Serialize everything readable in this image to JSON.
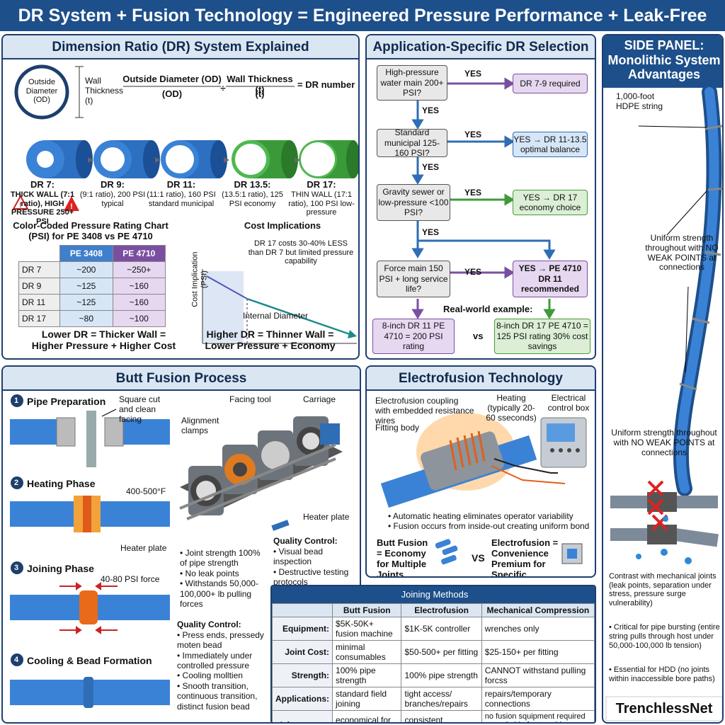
{
  "header": {
    "title": "DR System + Fusion Technology = Engineered Pressure Performance + Leak-Free Integrity"
  },
  "dr": {
    "title": "Dimension Ratio (DR) System Explained",
    "circle_label": "Outside Diameter (OD)",
    "wall_label": "Wall Thickness (t)",
    "formula_od": "Outside Diameter (OD)",
    "formula_od_sub": "(OD)",
    "formula_div": "÷",
    "formula_t": "Wall Thickness (t)",
    "formula_t_sub": "(t)",
    "formula_eq": "= DR number",
    "pipes": [
      {
        "name": "DR 7:",
        "desc": "THICK WALL (7:1 ratio), HIGH PRESSURE 250+ PSI"
      },
      {
        "name": "DR 9:",
        "desc": "(9:1 ratio), 200 PSI typical"
      },
      {
        "name": "DR 11:",
        "desc": "(11:1 ratio), 160 PSI standard municipal"
      },
      {
        "name": "DR 13.5:",
        "desc": "(13.5:1 ratio), 125 PSI economy"
      },
      {
        "name": "DR 17:",
        "desc": "THIN WALL (17:1 ratio), 100 PSI low-pressure"
      }
    ],
    "rating_title": "Color-Coded Pressure Rating Chart (PSI) for PE 3408 vs PE 4710",
    "rating_cols": [
      "PE 3408",
      "PE 4710"
    ],
    "rating_rows": [
      [
        "DR 7",
        "~200",
        "~250+"
      ],
      [
        "DR 9",
        "~125",
        "~160"
      ],
      [
        "DR 11",
        "~125",
        "~160"
      ],
      [
        "DR 17",
        "~80",
        "~100"
      ]
    ],
    "cost_title": "Cost Implications",
    "cost_ylabel": "Cost Implication (PSI)",
    "cost_xlabel": "Internal Diameter",
    "cost_note": "DR 17 costs 30-40% LESS than DR 7 but limited pressure capability",
    "lower": "Lower DR = Thicker Wall = Higher Pressure + Higher Cost",
    "higher": "Higher DR = Thinner Wall = Lower Pressure + Economy"
  },
  "app": {
    "title": "Application-Specific DR Selection",
    "q1": "High-pressure water main 200+ PSI?",
    "q2": "Standard municipal 125-160 PSI?",
    "q3": "Gravity sewer or low-pressure <100 PSI?",
    "q4": "Force main 150 PSI + long service life?",
    "a1": "DR 7-9 required",
    "a2": "YES → DR 11-13.5 optimal balance",
    "a3": "YES → DR 17 economy choice",
    "a4": "YES → PE 4710 DR 11 recommended",
    "yes": "YES",
    "example": "Real-world example:",
    "ex1": "8-inch DR 11 PE 4710 = 200 PSI rating",
    "vs": "vs",
    "ex2": "8-inch DR 17 PE 4710 = 125 PSI rating 30% cost savings"
  },
  "side": {
    "title": "SIDE PANEL: Monolithic System Advantages",
    "string": "1,000-foot HDPE string",
    "uniform": "Uniform strength throughout with NO WEAK POINTS at connections",
    "uniform2": "Uniform strength throughout with NO WEAK POINTS at connections",
    "contrast": "Contrast with mechanical joints (leak points, separation under stress, pressure surge vulnerability)",
    "b1": "Critical for pipe bursting (entire string pulls through host under 50,000-100,000 lb tension)",
    "b2": "Essential for HDD (no joints within inaccessible bore paths)",
    "logo": "TrenchlessNet"
  },
  "butt": {
    "title": "Butt Fusion Process",
    "s1": "Pipe Preparation",
    "s1n": "1",
    "s1_note": "Square cut and clean facing",
    "s2": "Heating Phase",
    "s2n": "2",
    "s2_temp": "400-500°F",
    "s2_heater": "Heater plate",
    "s3": "Joining Phase",
    "s3n": "3",
    "s3_force": "40-80 PSI force",
    "s4": "Cooling & Bead Formation",
    "s4n": "4",
    "m_facing": "Facing tool",
    "m_carriage": "Carriage",
    "m_clamps": "Alignment clamps",
    "m_heater": "Heater plate",
    "strength": [
      "Joint strength 100% of pipe strength",
      "No leak points",
      "Withstands 50,000-100,000+ lb pulling forces"
    ],
    "qc1_title": "Quality Control:",
    "qc1": [
      "Visual bead inspection",
      "Destructive testing protocols"
    ],
    "qc2_title": "Quality Control:",
    "qc2": [
      "Press ends, pressedy moten bead",
      "Immediately under controlled pressure",
      "Cooling molltien",
      "Snooth transition, continuous transition, distinct fusion bead"
    ]
  },
  "electro": {
    "title": "Electrofusion Technology",
    "coupling": "Electrofusion coupling with embedded resistance wires",
    "heating": "Heating (typically 20-60 sseconds)",
    "control": "Electrical control box",
    "fitting": "Fitting body",
    "bullets": [
      "Automatic heating eliminates operator variability",
      "Fusion occurs from inside-out creating uniform bond"
    ],
    "bf": "Butt Fusion = Economy for Multiple Joints",
    "vs": "VS",
    "ef": "Electrofusion = Convenience Premium for Specific Situations"
  },
  "joining": {
    "title": "Joining Methods",
    "cols": [
      "Butt Fusion",
      "Electrofusion",
      "Mechanical Compression"
    ],
    "rows": [
      [
        "Equipment:",
        "$5K-50K+ fusion machine",
        "$1K-5K controller",
        "wrenches only"
      ],
      [
        "Joint Cost:",
        "minimal consumables",
        "$50-500+ per fitting",
        "$25-150+ per fitting"
      ],
      [
        "Strength:",
        "100% pipe strength",
        "100% pipe strength",
        "CANNOT withstand pulling forcss"
      ],
      [
        "Applications:",
        "standard field joining",
        "tight access/ branches/repairs",
        "repairs/temporary connections"
      ],
      [
        "Advantages:",
        "economical for multiple joints",
        "consistent automated heating",
        "no fusion squipment required not suitable for trenchiess installation stress"
      ]
    ]
  },
  "colors": {
    "blue": "#2f6db5",
    "green": "#3f9a3a",
    "purple": "#7a4fa0",
    "navy": "#1d4f8a"
  }
}
